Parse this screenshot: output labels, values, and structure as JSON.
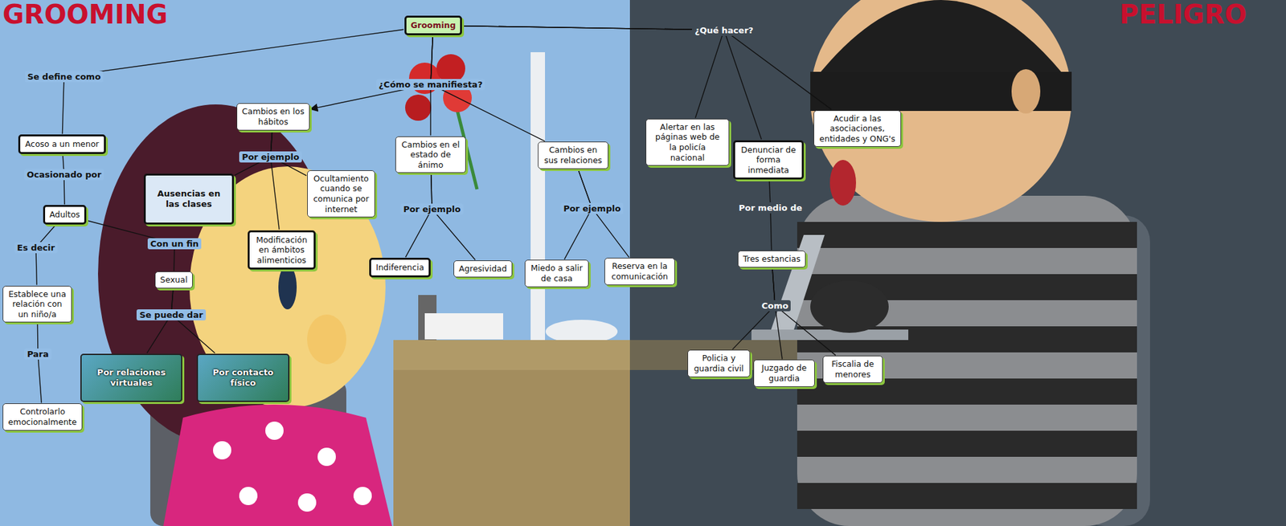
{
  "diagram": {
    "title": "GROOMING",
    "nodes": [
      {
        "text": [
          "Grooming"
        ]
      },
      {
        "text": [
          "Acoso a un menor"
        ]
      },
      {
        "text": [
          "Adultos"
        ]
      },
      {
        "text": [
          "Establece una relación con un niño/a"
        ]
      },
      {
        "text": [
          "Controlarlo emocionalmente"
        ]
      },
      {
        "text": [
          "Sexual"
        ]
      },
      {
        "text": [
          "Por relaciones virtuales"
        ]
      },
      {
        "text": [
          "Por contacto físico"
        ]
      },
      {
        "text": [
          "Cambios en los hábitos"
        ]
      },
      {
        "text": [
          "Ausencias en las clases"
        ]
      },
      {
        "text": [
          "Ocultamiento cuando se comunica por internet"
        ]
      },
      {
        "text": [
          "Modificación en ámbitos alimenticios"
        ]
      },
      {
        "text": [
          "Cambios en el estado de ánimo"
        ]
      },
      {
        "text": [
          "Indiferencia"
        ]
      },
      {
        "text": [
          "Agresividad"
        ]
      },
      {
        "text": [
          "Cambios en sus relaciones"
        ]
      },
      {
        "text": [
          "Miedo a salir de casa"
        ]
      },
      {
        "text": [
          "Reserva en la comunicación"
        ]
      },
      {
        "text": [
          "Alertar en las páginas web de la policía nacional"
        ]
      },
      {
        "text": [
          "Denunciar de forma inmediata"
        ]
      },
      {
        "text": [
          "Acudir a las asociaciones, entidades y ONG's"
        ]
      },
      {
        "text": [
          "Tres estancias"
        ]
      },
      {
        "text": [
          "Policia y guardia civil"
        ]
      },
      {
        "text": [
          "Juzgado de guardia"
        ]
      },
      {
        "text": [
          "Fiscalia de menores"
        ]
      }
    ],
    "edges": [
      {
        "from": 0,
        "to": 1,
        "label": "Se define como",
        "arrow": "none"
      },
      {
        "from": 1,
        "to": 2,
        "label": "Ocasionado por",
        "arrow": "none"
      },
      {
        "from": 2,
        "to": 3,
        "label": "Es decir",
        "arrow": "none"
      },
      {
        "from": 3,
        "to": 4,
        "label": "Para",
        "arrow": "none"
      },
      {
        "from": 2,
        "to": 5,
        "label": "Con un fin",
        "arrow": "none"
      },
      {
        "from": 5,
        "to": 6,
        "label": "Se puede dar",
        "arrow": "none"
      },
      {
        "from": 5,
        "to": 7,
        "arrow": "none"
      },
      {
        "from": 0,
        "to": 8,
        "label": "¿Cómo se manifiesta?",
        "arrow": "to"
      },
      {
        "from": 0,
        "to": 12,
        "arrow": "none"
      },
      {
        "from": 0,
        "to": 15,
        "arrow": "none"
      },
      {
        "from": 8,
        "to": 9,
        "label": "Por ejemplo",
        "arrow": "none"
      },
      {
        "from": 8,
        "to": 10,
        "arrow": "none"
      },
      {
        "from": 8,
        "to": 11,
        "arrow": "none"
      },
      {
        "from": 12,
        "to": 13,
        "label": "Por ejemplo",
        "arrow": "none"
      },
      {
        "from": 12,
        "to": 14,
        "arrow": "none"
      },
      {
        "from": 15,
        "to": 16,
        "label": "Por ejemplo",
        "arrow": "none"
      },
      {
        "from": 15,
        "to": 17,
        "arrow": "none"
      },
      {
        "from": 0,
        "to": 18,
        "label": "¿Qué hacer?",
        "arrow": "none"
      },
      {
        "from": 0,
        "to": 19,
        "arrow": "none"
      },
      {
        "from": 0,
        "to": 20,
        "arrow": "none"
      },
      {
        "from": 19,
        "to": 21,
        "label": "Por medio de",
        "arrow": "none"
      },
      {
        "from": 21,
        "to": 22,
        "label": "Como",
        "arrow": "none"
      },
      {
        "from": 21,
        "to": 23,
        "arrow": "none"
      },
      {
        "from": 21,
        "to": 24,
        "arrow": "none"
      }
    ],
    "labels": [
      "PELIGRO"
    ]
  }
}
